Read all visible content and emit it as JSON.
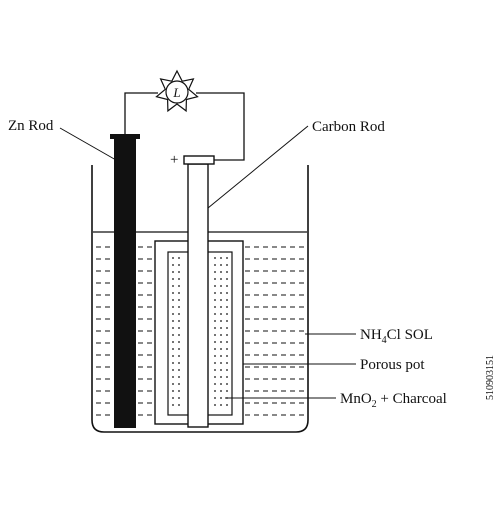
{
  "labels": {
    "zn_rod": "Zn Rod",
    "carbon_rod": "Carbon Rod",
    "plus_sign": "+",
    "lamp": "L",
    "nh4cl_pre": "NH",
    "nh4cl_sub": "4",
    "nh4cl_post": "Cl SOL",
    "porous_pot": "Porous pot",
    "mno2_pre": "MnO",
    "mno2_sub": "2",
    "mno2_post": " + Charcoal"
  },
  "watermark": {
    "id_text": "510903151"
  }
}
